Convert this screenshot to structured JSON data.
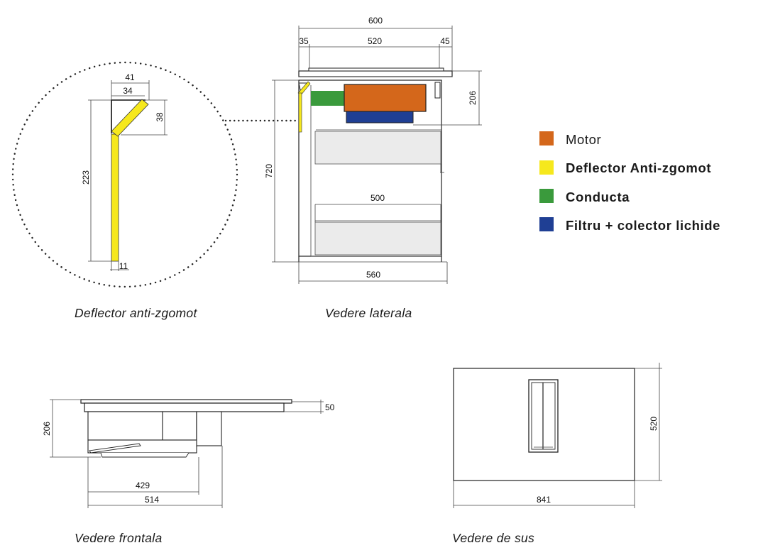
{
  "colors": {
    "motor": "#d4671b",
    "deflector": "#f6e81d",
    "conducta": "#3a9a3c",
    "filtru": "#1f3f94",
    "drawer_fill": "#ebebeb"
  },
  "legend": {
    "motor": "Motor",
    "deflector": "Deflector Anti-zgomot",
    "conducta": "Conducta",
    "filtru": "Filtru + colector lichide"
  },
  "captions": {
    "deflector": "Deflector anti-zgomot",
    "lateral": "Vedere laterala",
    "frontal": "Vedere frontala",
    "sus": "Vedere de sus"
  },
  "dims": {
    "deflector": {
      "top_width": "41",
      "inner_width": "34",
      "bend_height": "38",
      "height": "223",
      "thickness": "11"
    },
    "lateral": {
      "total_width": "600",
      "left_offset": "35",
      "middle": "520",
      "right_offset": "45",
      "top_height": "206",
      "height": "720",
      "drawer_width": "500",
      "base_width": "560"
    },
    "frontal": {
      "height": "206",
      "top_thickness": "50",
      "inner_width": "429",
      "outer_width": "514"
    },
    "sus": {
      "depth": "520",
      "width": "841"
    }
  }
}
